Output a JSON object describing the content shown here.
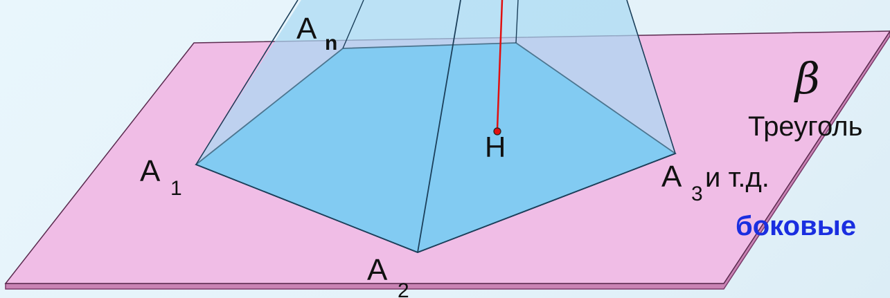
{
  "colors": {
    "plane_fill": "#f0bde6",
    "plane_edge": "#7a3a6a",
    "base_fill": "#6ec3f2",
    "face_fill": "#a9d9f3",
    "edge": "#1b3f5a",
    "height_line": "#e01010",
    "accent_text": "#1a2ee0"
  },
  "labels": {
    "plane_symbol": "β",
    "vertex_n_letter": "A",
    "vertex_n_sub": "n",
    "vertex_1_letter": "A",
    "vertex_1_sub": "1",
    "vertex_2_letter": "A",
    "vertex_2_sub": "2",
    "vertex_3_letter": "A",
    "vertex_3_sub": "3",
    "foot_label": "H"
  },
  "text": {
    "triangles_text": "Треуголь",
    "etc_text": "и т.д.",
    "lateral_text": "боковые"
  }
}
